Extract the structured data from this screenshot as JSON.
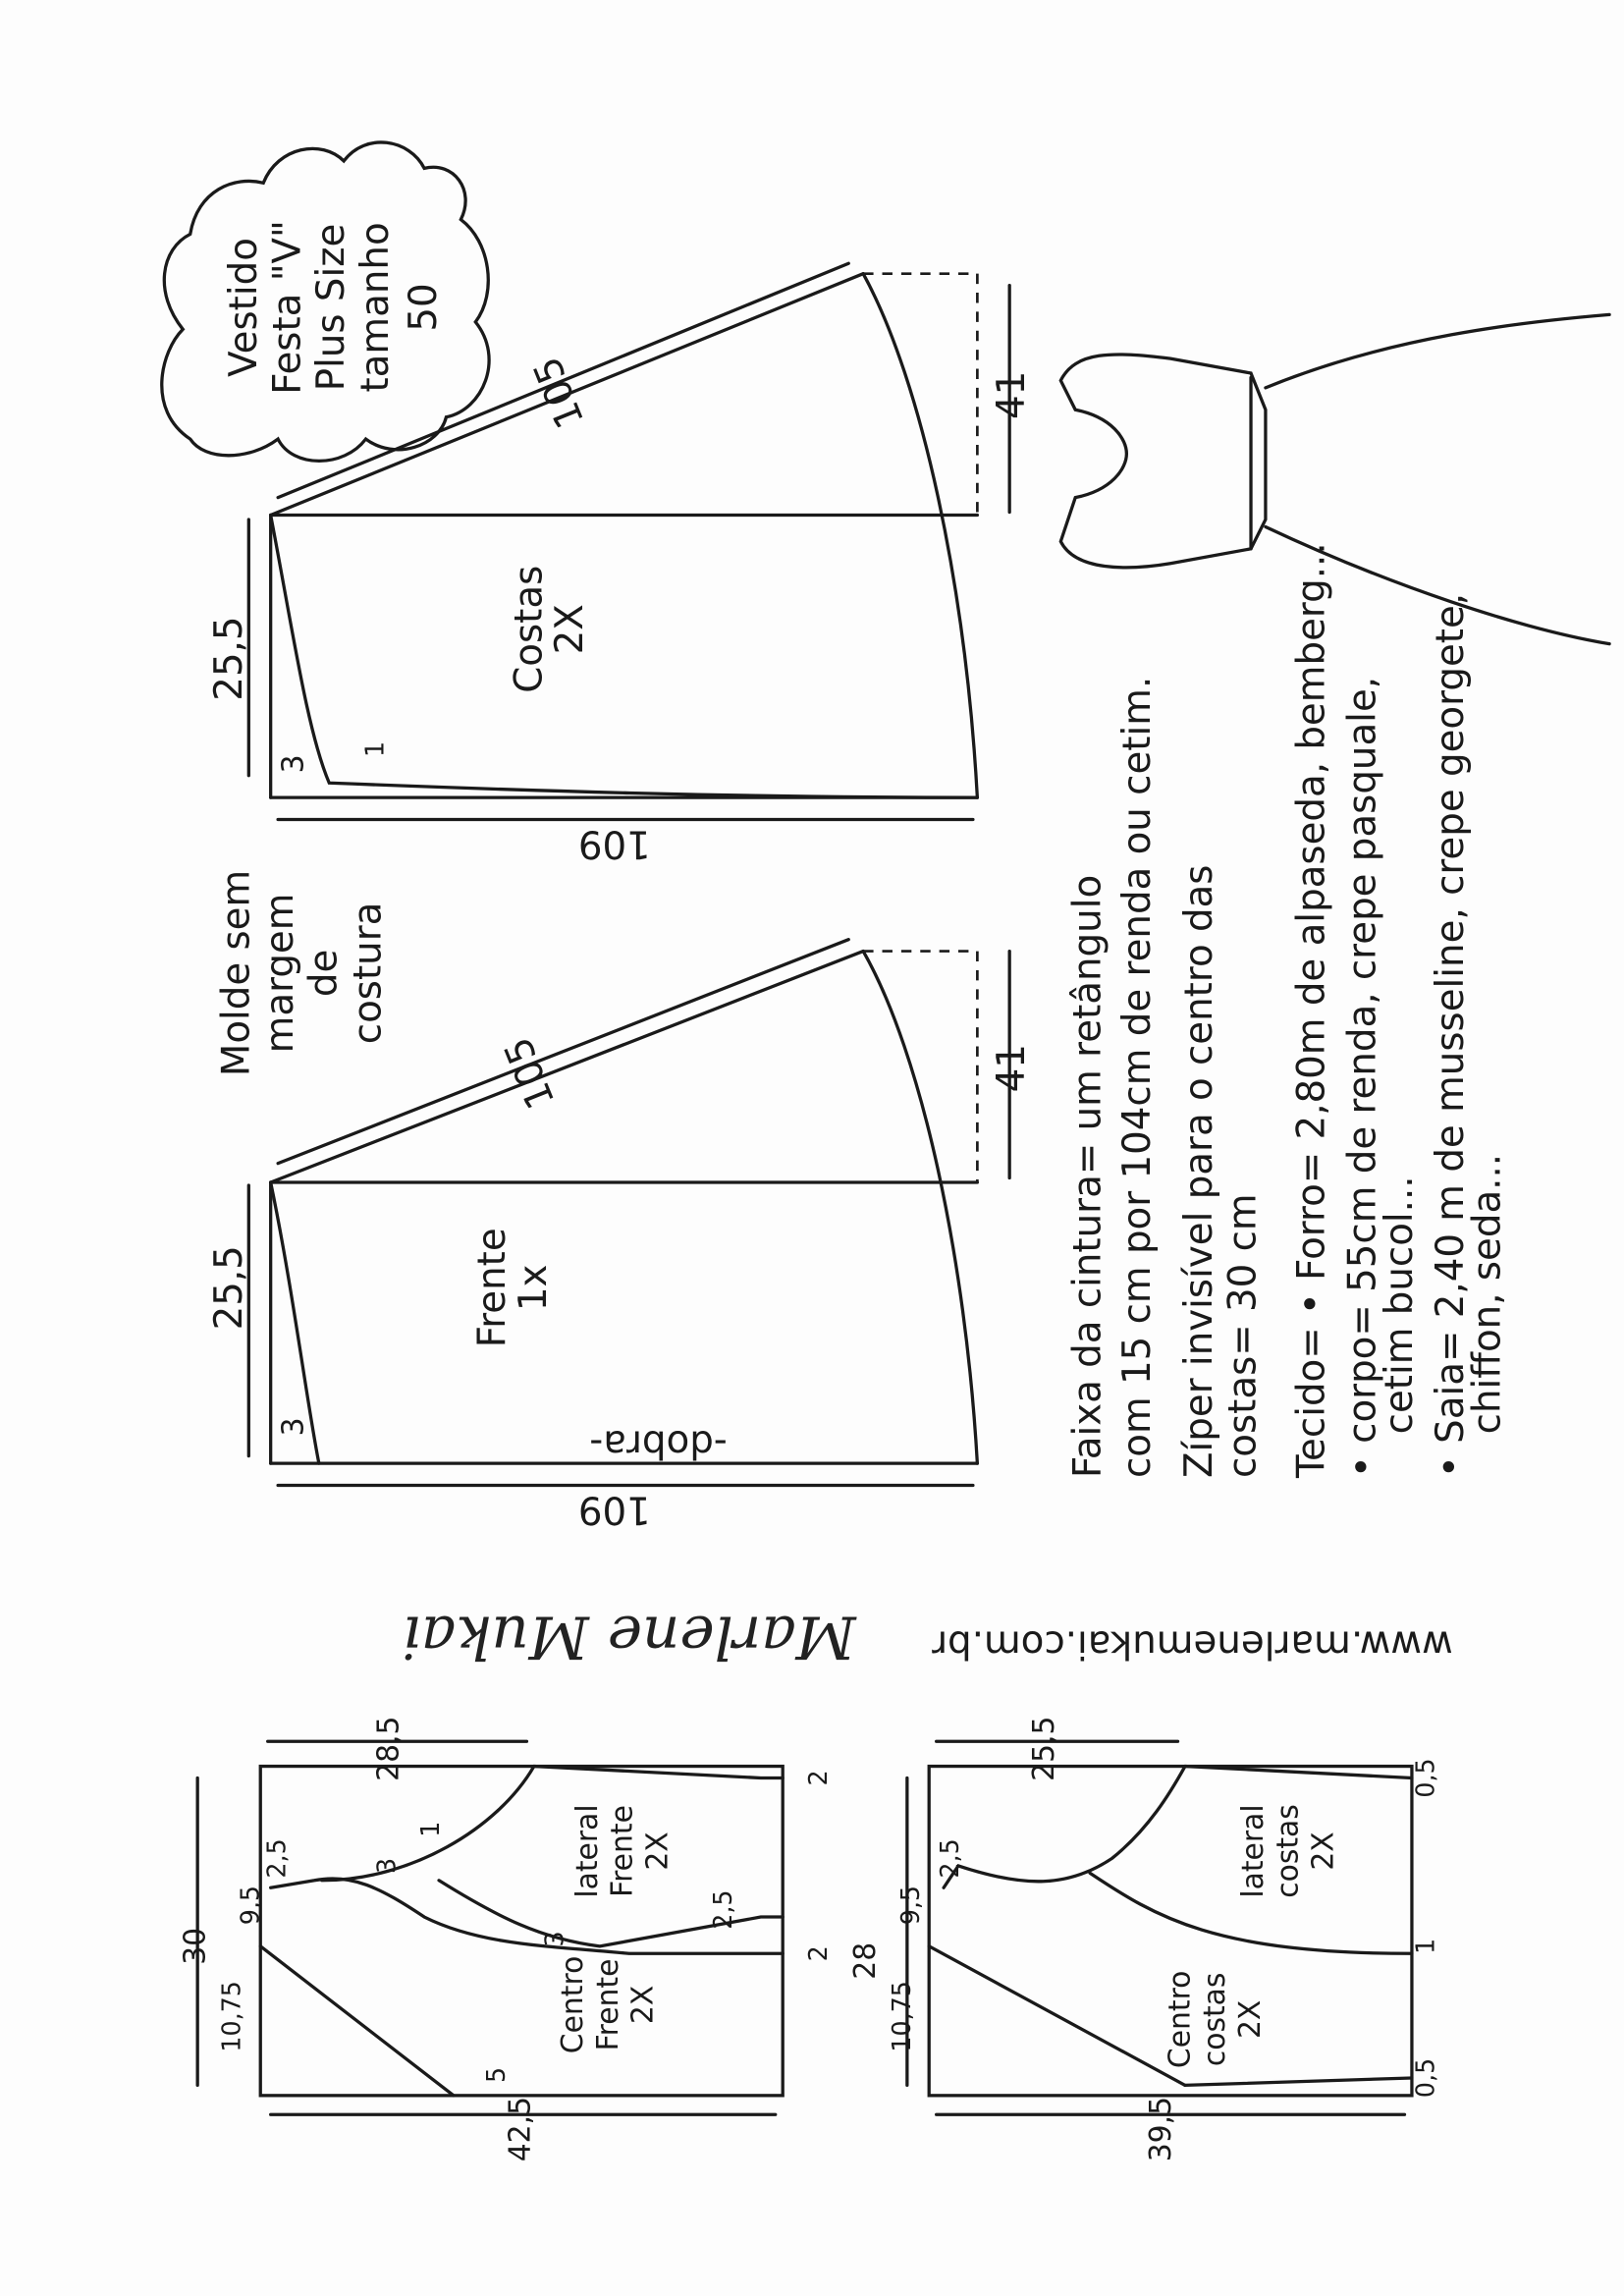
{
  "title": {
    "lines": [
      "Vestido",
      "Festa \"V\"",
      "Plus Size",
      "tamanho",
      "50"
    ]
  },
  "costas_skirt": {
    "label": "Costas",
    "count": "2X",
    "diag": "105",
    "hem_drop": "41",
    "side": "25,5",
    "waist_in": "3",
    "width": "109",
    "mark": "1"
  },
  "frente_skirt": {
    "label": "Frente",
    "count": "1x",
    "diag": "105",
    "hem_drop": "41",
    "side": "25,5",
    "waist_in": "3",
    "width": "109",
    "fold": "-dobra-"
  },
  "note_molde": [
    "Molde sem",
    "margem",
    "de",
    "costura"
  ],
  "notes": [
    "Faixa da cintura= um retângulo",
    "com 15 cm por 104cm de renda ou cetim.",
    "Zíper invisível para o centro das",
    "costas= 30 cm",
    "Tecido= • Forro= 2,80m de alpaseda, bemberg...",
    "• corpo= 55cm de renda, crepe pasquale,",
    "cetim bucol...",
    "• Saia= 2,40 m de musseline, crepe georgete,",
    "chiffon, seda..."
  ],
  "signature": "Marlene Mukai",
  "website": "www.marlenemukai.com.br",
  "bodice_front": {
    "center_label": [
      "Centro",
      "Frente",
      "2X"
    ],
    "side_label": [
      "lateral",
      "Frente",
      "2X"
    ],
    "dims": {
      "top": "28,5",
      "height": "30",
      "a": "2,5",
      "b": "9,5",
      "c": "10,75",
      "bottom": "42,5",
      "d": "5",
      "e": "3",
      "f": "1",
      "g": "3",
      "h": "2,5",
      "i": "2",
      "j": "2"
    }
  },
  "bodice_back": {
    "center_label": [
      "Centro",
      "costas",
      "2X"
    ],
    "side_label": [
      "lateral",
      "costas",
      "2X"
    ],
    "dims": {
      "top": "25,5",
      "height": "28",
      "a": "2,5",
      "b": "9,5",
      "c": "10,75",
      "bottom": "39,5",
      "d": "0,5",
      "e": "1",
      "f": "0,5"
    }
  }
}
